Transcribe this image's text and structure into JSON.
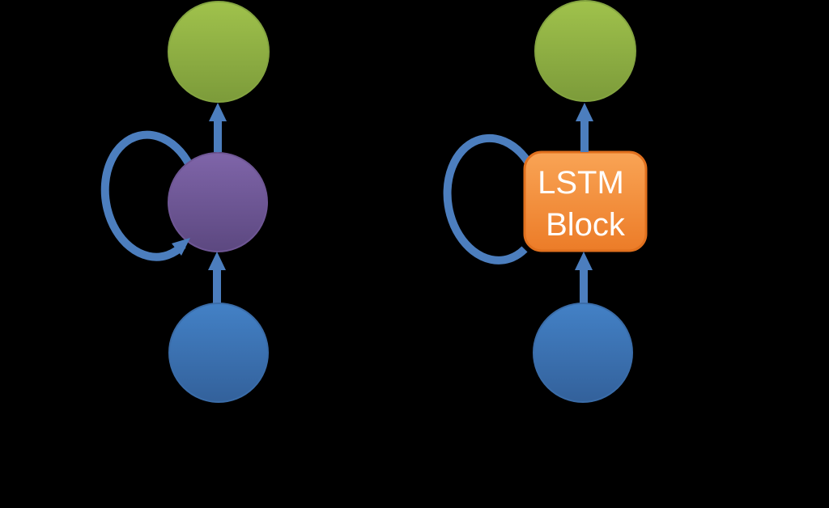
{
  "background": "#000000",
  "colors": {
    "bg": "#000000",
    "arrow_blue": "#4C7EBE",
    "green_top": "#A0C24C",
    "green_bottom": "#7C9B3A",
    "green_border": "#84A440",
    "purple_top": "#7F65A9",
    "purple_bottom": "#5C4880",
    "purple_border": "#6E5694",
    "blue_top": "#4381C6",
    "blue_bottom": "#33619B",
    "blue_border": "#3A6CA8",
    "orange_top": "#F9A455",
    "orange_bottom": "#EC7C28",
    "orange_border": "#E0701E",
    "block_text": "#FFFFFF"
  },
  "left_diagram": {
    "kind": "simple-rnn",
    "nodes": {
      "output": {
        "shape": "circle",
        "color": "green",
        "label": ""
      },
      "hidden": {
        "shape": "circle",
        "color": "purple",
        "label": "",
        "self_loop": true
      },
      "input": {
        "shape": "circle",
        "color": "blue",
        "label": ""
      }
    },
    "edges": [
      {
        "from": "input",
        "to": "hidden",
        "arrow": true
      },
      {
        "from": "hidden",
        "to": "output",
        "arrow": true
      },
      {
        "from": "hidden",
        "to": "hidden",
        "arrow": true,
        "type": "self-loop"
      }
    ]
  },
  "right_diagram": {
    "kind": "lstm",
    "block_label": {
      "line1": "LSTM",
      "line2": "Block"
    },
    "nodes": {
      "output": {
        "shape": "circle",
        "color": "green",
        "label": ""
      },
      "lstm_block": {
        "shape": "rounded-rect",
        "color": "orange",
        "label": "LSTM Block",
        "self_loop": true
      },
      "input": {
        "shape": "circle",
        "color": "blue",
        "label": ""
      }
    },
    "edges": [
      {
        "from": "input",
        "to": "lstm_block",
        "arrow": true
      },
      {
        "from": "lstm_block",
        "to": "output",
        "arrow": true
      },
      {
        "from": "lstm_block",
        "to": "lstm_block",
        "arrow": true,
        "type": "self-loop"
      }
    ]
  }
}
